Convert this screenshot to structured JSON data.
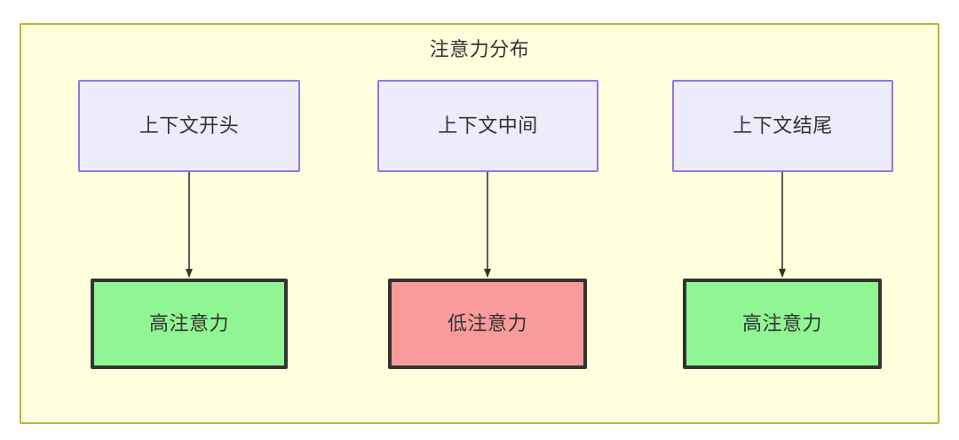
{
  "diagram": {
    "title": "注意力分布",
    "background_color": "#ffffff",
    "container": {
      "fill": "#ffffdd",
      "stroke": "#b9b92e"
    },
    "nodes": [
      {
        "id": "ctx-start",
        "label": "上下文开头",
        "role": "source",
        "fill": "#ececfd",
        "stroke": "#9575e0"
      },
      {
        "id": "ctx-middle",
        "label": "上下文中间",
        "role": "source",
        "fill": "#ececfd",
        "stroke": "#9575e0"
      },
      {
        "id": "ctx-end",
        "label": "上下文结尾",
        "role": "source",
        "fill": "#ececfd",
        "stroke": "#9575e0"
      },
      {
        "id": "high-1",
        "label": "高注意力",
        "role": "result",
        "fill": "#90f593",
        "stroke": "#333333"
      },
      {
        "id": "low",
        "label": "低注意力",
        "role": "result",
        "fill": "#fa9a9a",
        "stroke": "#333333"
      },
      {
        "id": "high-2",
        "label": "高注意力",
        "role": "result",
        "fill": "#90f593",
        "stroke": "#333333"
      }
    ],
    "edges": [
      {
        "from": "ctx-start",
        "to": "high-1",
        "label": ""
      },
      {
        "from": "ctx-middle",
        "to": "low",
        "label": ""
      },
      {
        "from": "ctx-end",
        "to": "high-2",
        "label": ""
      }
    ],
    "edge_color": "#333333"
  }
}
